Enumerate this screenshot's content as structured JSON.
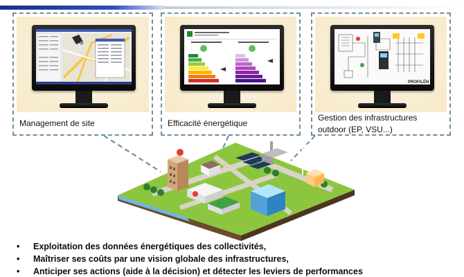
{
  "panels": [
    {
      "caption_lines": [
        "Management de site"
      ]
    },
    {
      "caption_lines": [
        "Efficacité énergétique"
      ]
    },
    {
      "caption_lines": [
        "Gestion des infrastructures",
        "outdoor (EP, VSU...)"
      ]
    }
  ],
  "screen3": {
    "brand": "PROFILÉN"
  },
  "bullets": {
    "marker": "•",
    "items": [
      "Exploitation des données énergétiques des collectivités,",
      "Maîtriser ses coûts par une vision globale des infrastructures,",
      "Anticiper ses actions (aide à la décision) et détecter les leviers de performances"
    ]
  },
  "colors": {
    "top_bar": "#1b2f86",
    "panel_border": "#6f8fa3",
    "panel_background": "#f7e9c8",
    "grass": "#7dbb3c",
    "water": "#6fb6e3"
  }
}
